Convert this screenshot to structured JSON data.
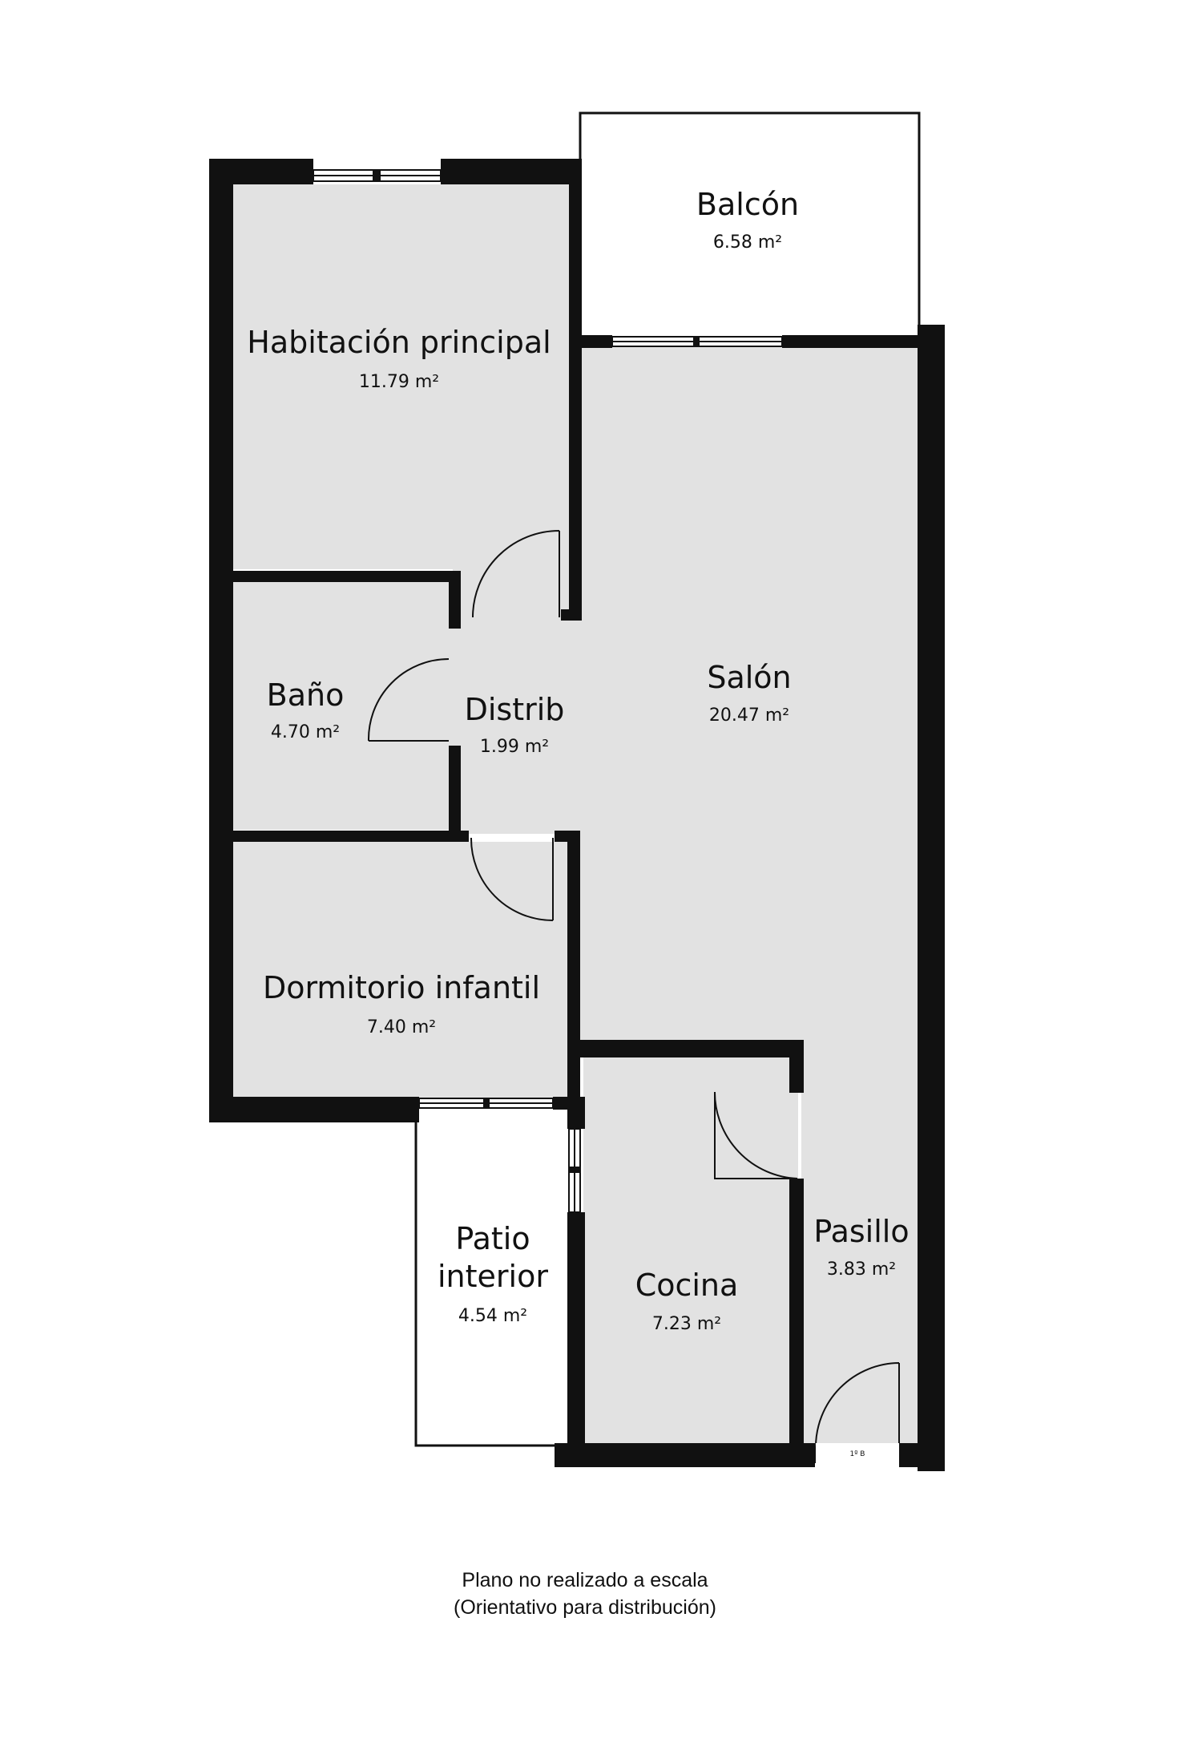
{
  "rooms": {
    "balcon": {
      "name": "Balcón",
      "area": "6.58 m²"
    },
    "habitacion": {
      "name": "Habitación principal",
      "area": "11.79 m²"
    },
    "bano": {
      "name": "Baño",
      "area": "4.70 m²"
    },
    "distrib": {
      "name": "Distrib",
      "area": "1.99 m²"
    },
    "salon": {
      "name": "Salón",
      "area": "20.47 m²"
    },
    "dormitorio": {
      "name": "Dormitorio infantil",
      "area": "7.40 m²"
    },
    "patio": {
      "name_line1": "Patio",
      "name_line2": "interior",
      "area": "4.54 m²"
    },
    "cocina": {
      "name": "Cocina",
      "area": "7.23 m²"
    },
    "pasillo": {
      "name": "Pasillo",
      "area": "3.83 m²"
    }
  },
  "entrance_label": "1º B",
  "notes": {
    "line1": "Plano no realizado a escala",
    "line2": "(Orientativo para distribución)"
  },
  "colors": {
    "wall": "#111111",
    "floor": "#e2e2e2",
    "outdoor": "#ffffff"
  }
}
